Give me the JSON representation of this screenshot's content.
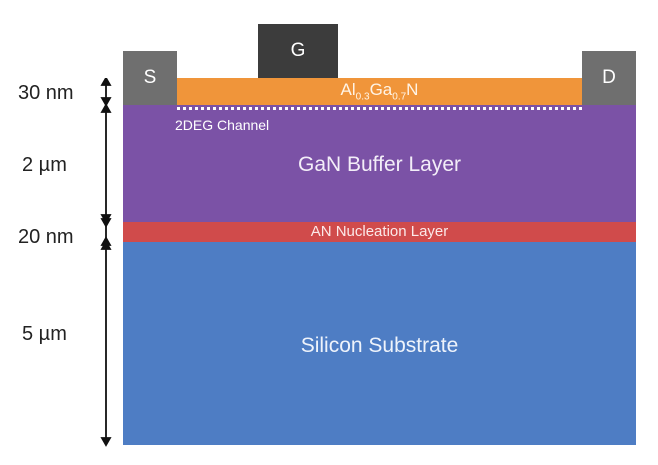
{
  "electrodes": {
    "source": "S",
    "gate": "G",
    "drain": "D"
  },
  "layers": {
    "barrier": {
      "al": "Al",
      "al_sub": "0.3",
      "ga": "Ga",
      "ga_sub": "0.7",
      "n": "N"
    },
    "channel": "2DEG Channel",
    "buffer": "GaN Buffer Layer",
    "nucleation": "AN Nucleation Layer",
    "substrate": "Silicon Substrate"
  },
  "thicknesses": {
    "barrier": "30 nm",
    "buffer": "2 µm",
    "nucleation": "20 nm",
    "substrate": "5 µm"
  },
  "colors": {
    "barrier": "#F0953A",
    "buffer": "#7B52A6",
    "nucleation": "#D04B4B",
    "substrate": "#4E7DC4",
    "electrode": "#6F6F6F",
    "gate": "#3C3C3C"
  }
}
